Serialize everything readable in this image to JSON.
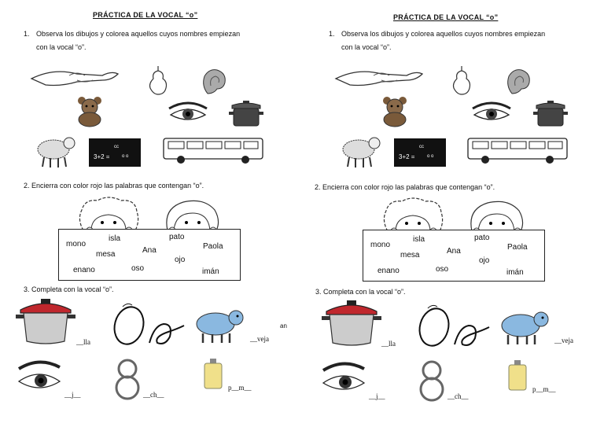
{
  "left": {
    "title": "PRÁCTICA DE LA VOCAL “o”",
    "q1_num": "1.",
    "q1_line1": "Observa los dibujos y colorea aquellos cuyos nombres empiezan",
    "q1_line2": "con la vocal “o”.",
    "q2": "2.  Encierra con color rojo las palabras que contengan “o”.",
    "words": [
      "mono",
      "isla",
      "pato",
      "mesa",
      "Ana",
      "Paola",
      "ojo",
      "enano",
      "oso",
      "imán"
    ],
    "q3": "3.  Completa con la vocal “o”.",
    "note": "an",
    "blanks": [
      "__lla",
      "__veja",
      "__j__",
      "__ch__",
      "p__m__"
    ],
    "icons": [
      "hand-icon",
      "pear-icon",
      "ear-icon",
      "bear-icon",
      "eye-icon",
      "pot-icon",
      "sheep-icon",
      "chalkboard-icon",
      "bus-icon",
      "pot-icon",
      "cursive-o-icon",
      "sheep-icon",
      "eye-icon",
      "eight-icon",
      "bottle-icon"
    ],
    "board_text": "3+2 ="
  },
  "right": {
    "title": "PRÁCTICA DE LA VOCAL “o”",
    "q1_num": "1.",
    "q1_line1": "Observa los dibujos y colorea aquellos cuyos nombres empiezan",
    "q1_line2": "con la vocal “o”.",
    "q2": "2.  Encierra con color rojo las palabras que contengan “o”.",
    "words": [
      "mono",
      "isla",
      "pato",
      "mesa",
      "Ana",
      "Paola",
      "ojo",
      "enano",
      "oso",
      "imán"
    ],
    "q3": "3.  Completa con la vocal “o”.",
    "blanks": [
      "__lla",
      "__veja",
      "__j__",
      "__ch__",
      "p__m__"
    ],
    "board_text": "3+2 ="
  },
  "colors": {
    "pot_red": "#c0272d",
    "sheep_blue": "#8ab8e0",
    "bottle_yellow": "#f0e08a"
  }
}
